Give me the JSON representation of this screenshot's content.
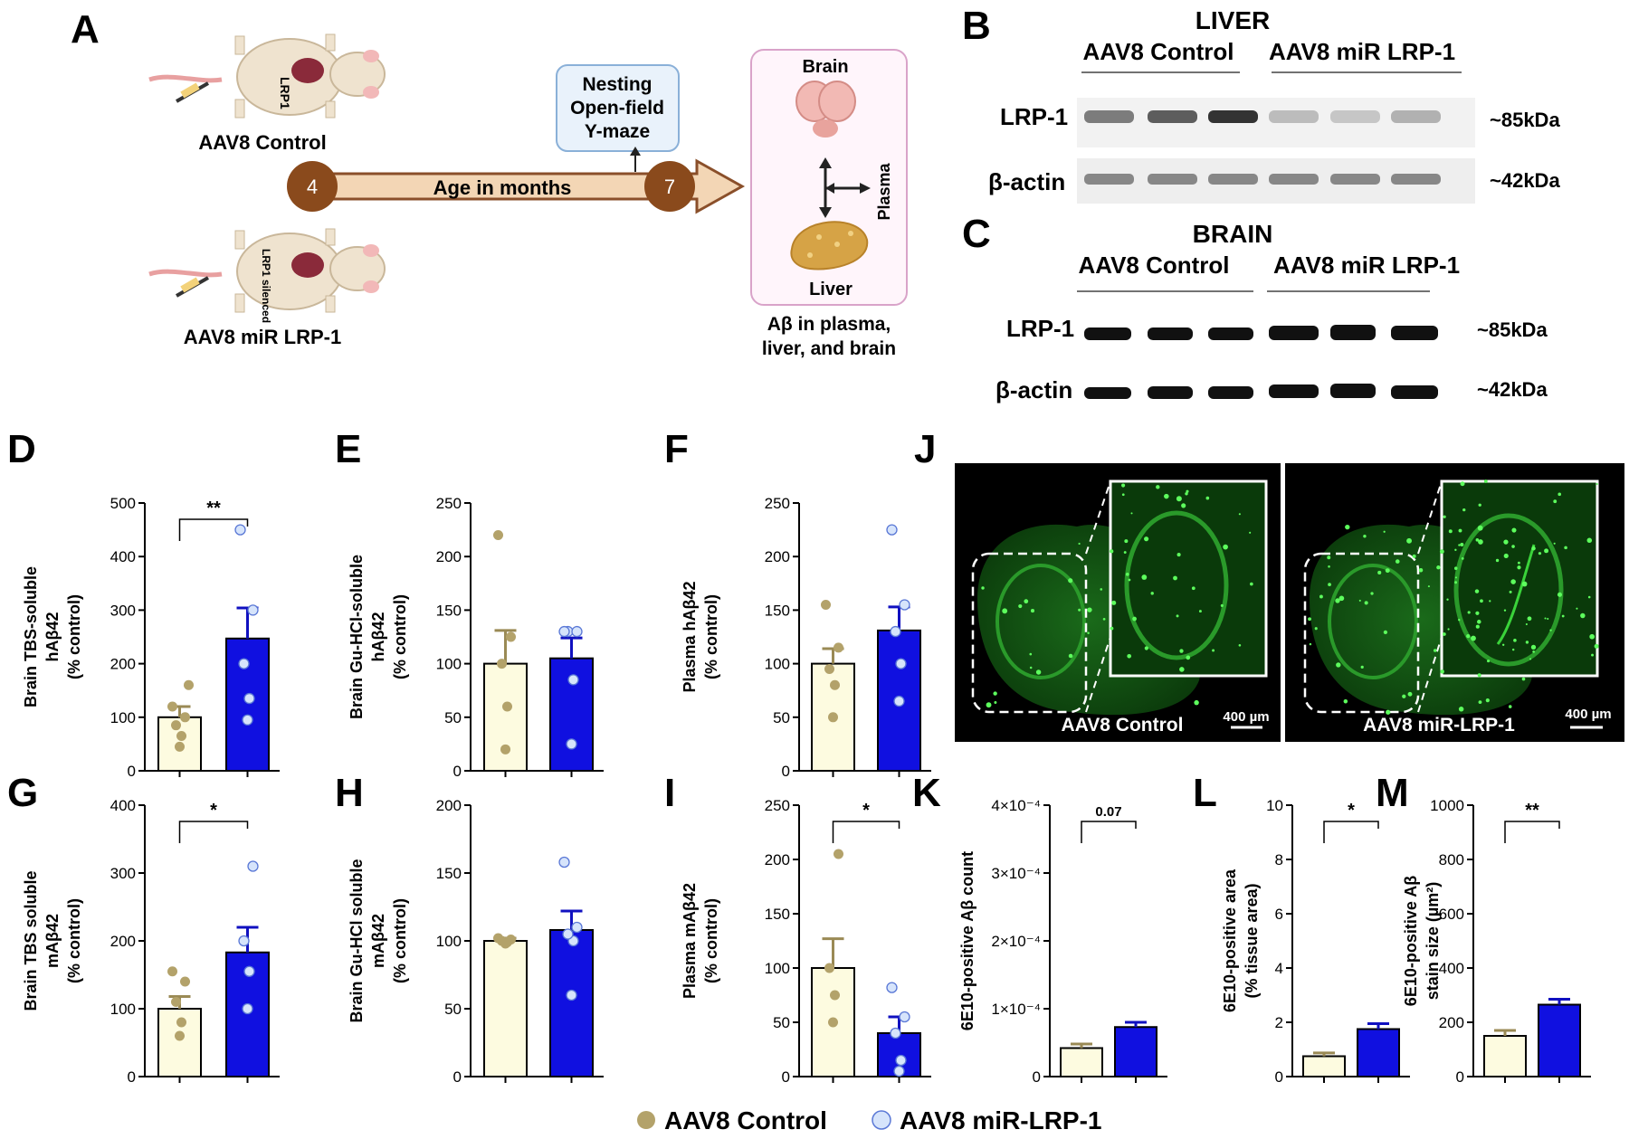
{
  "panel_letters": {
    "A": "A",
    "B": "B",
    "C": "C",
    "D": "D",
    "E": "E",
    "F": "F",
    "G": "G",
    "H": "H",
    "I": "I",
    "J": "J",
    "K": "K",
    "L": "L",
    "M": "M"
  },
  "schematic": {
    "mouse_top_organ": "LRP1",
    "mouse_top_label": "AAV8 Control",
    "mouse_bottom_organ": "LRP1 silenced",
    "mouse_bottom_label": "AAV8 miR LRP-1",
    "start_age": "4",
    "end_age": "7",
    "timeline_label": "Age in months",
    "tests": [
      "Nesting",
      "Open-field",
      "Y-maze"
    ],
    "brain_label": "Brain",
    "liver_label": "Liver",
    "plasma_label": "Plasma",
    "outcome": [
      "Aβ in plasma,",
      "liver, and brain"
    ]
  },
  "blot_liver": {
    "title": "LIVER",
    "group1": "AAV8 Control",
    "group2": "AAV8 miR LRP-1",
    "row1": "LRP-1",
    "row2": "β-actin",
    "size1": "~85kDa",
    "size2": "~42kDa",
    "lrp1_band_intensity": [
      0.55,
      0.7,
      0.9,
      0.25,
      0.2,
      0.3
    ],
    "actin_band_intensity": [
      0.5,
      0.5,
      0.5,
      0.5,
      0.5,
      0.5
    ]
  },
  "blot_brain": {
    "title": "BRAIN",
    "group1": "AAV8 Control",
    "group2": "AAV8 miR LRP-1",
    "row1": "LRP-1",
    "row2": "β-actin",
    "size1": "~85kDa",
    "size2": "~42kDa"
  },
  "micrograph": {
    "left_label": "AAV8 Control",
    "right_label": "AAV8 miR-LRP-1",
    "scale_left": "400 µm",
    "scale_right": "400 µm"
  },
  "legend": {
    "control": "AAV8 Control",
    "treated": "AAV8 miR-LRP-1"
  },
  "colors": {
    "control_fill": "#fdfbe0",
    "control_dot": "#b3a26a",
    "treated_fill": "#1010e0",
    "treated_dot": "#d6e4fb",
    "treated_dot_edge": "#5a78d6",
    "control_err": "#9a8a55",
    "treated_err": "#1010c0"
  },
  "chart_data": [
    {
      "panel": "D",
      "type": "bar",
      "categories": [
        "AAV8 Control",
        "AAV8 miR-LRP-1"
      ],
      "ylabel": [
        "Brain TBS-soluble",
        "hAβ42",
        "(% control)"
      ],
      "ylim": [
        0,
        500
      ],
      "ticks": [
        "0",
        "100",
        "200",
        "300",
        "400",
        "500"
      ],
      "means": [
        100,
        247
      ],
      "sem": [
        20,
        57
      ],
      "points": [
        [
          45,
          65,
          85,
          100,
          120,
          160
        ],
        [
          95,
          135,
          200,
          300,
          450
        ]
      ],
      "significance": "**"
    },
    {
      "panel": "E",
      "type": "bar",
      "categories": [
        "AAV8 Control",
        "AAV8 miR-LRP-1"
      ],
      "ylabel": [
        "Brain Gu-HCl-soluble",
        "hAβ42",
        "(% control)"
      ],
      "ylim": [
        0,
        250
      ],
      "ticks": [
        "0",
        "50",
        "100",
        "150",
        "200",
        "250"
      ],
      "means": [
        100,
        105
      ],
      "sem": [
        31,
        19
      ],
      "points": [
        [
          20,
          60,
          100,
          125,
          220
        ],
        [
          25,
          85,
          130,
          130,
          130
        ]
      ],
      "significance": ""
    },
    {
      "panel": "F",
      "type": "bar",
      "categories": [
        "AAV8 Control",
        "AAV8 miR-LRP-1"
      ],
      "ylabel": [
        "Plasma hAβ42",
        "(% control)"
      ],
      "ylim": [
        0,
        250
      ],
      "ticks": [
        "0",
        "50",
        "100",
        "150",
        "200",
        "250"
      ],
      "means": [
        100,
        131
      ],
      "sem": [
        14,
        22
      ],
      "points": [
        [
          50,
          80,
          95,
          115,
          155
        ],
        [
          65,
          100,
          130,
          155,
          225
        ]
      ],
      "significance": ""
    },
    {
      "panel": "G",
      "type": "bar",
      "categories": [
        "AAV8 Control",
        "AAV8 miR-LRP-1"
      ],
      "ylabel": [
        "Brain TBS soluble",
        "mAβ42",
        "(% control)"
      ],
      "ylim": [
        0,
        400
      ],
      "ticks": [
        "0",
        "100",
        "200",
        "300",
        "400"
      ],
      "means": [
        100,
        183
      ],
      "sem": [
        18,
        37
      ],
      "points": [
        [
          60,
          80,
          110,
          140,
          155
        ],
        [
          100,
          155,
          200,
          310
        ]
      ],
      "significance": "*"
    },
    {
      "panel": "H",
      "type": "bar",
      "categories": [
        "AAV8 Control",
        "AAV8 miR-LRP-1"
      ],
      "ylabel": [
        "Brain Gu-HCl soluble",
        "mAβ42",
        "(% control)"
      ],
      "ylim": [
        0,
        200
      ],
      "ticks": [
        "0",
        "50",
        "100",
        "150",
        "200"
      ],
      "means": [
        100,
        108
      ],
      "sem": [
        2,
        14
      ],
      "points": [
        [
          98,
          99,
          100,
          101,
          102
        ],
        [
          60,
          100,
          105,
          110,
          158
        ]
      ],
      "significance": ""
    },
    {
      "panel": "I",
      "type": "bar",
      "categories": [
        "AAV8 Control",
        "AAV8 miR-LRP-1"
      ],
      "ylabel": [
        "Plasma mAβ42",
        "(% control)"
      ],
      "ylim": [
        0,
        250
      ],
      "ticks": [
        "0",
        "50",
        "100",
        "150",
        "200",
        "250"
      ],
      "means": [
        100,
        40
      ],
      "sem": [
        27,
        15
      ],
      "points": [
        [
          50,
          75,
          100,
          205
        ],
        [
          5,
          15,
          40,
          55,
          82
        ]
      ],
      "significance": "*"
    },
    {
      "panel": "K",
      "type": "bar",
      "categories": [
        "AAV8 Control",
        "AAV8 miR-LRP-1"
      ],
      "ylabel": [
        "6E10-positive Aβ count"
      ],
      "ylim": [
        0,
        4
      ],
      "ticks": [
        "0",
        "1×10⁻⁴",
        "2×10⁻⁴",
        "3×10⁻⁴",
        "4×10⁻⁴"
      ],
      "means": [
        0.42,
        0.73
      ],
      "sem": [
        0.06,
        0.07
      ],
      "significance": "0.07"
    },
    {
      "panel": "L",
      "type": "bar",
      "categories": [
        "AAV8 Control",
        "AAV8 miR-LRP-1"
      ],
      "ylabel": [
        "6E10-positive area",
        "(% tissue area)"
      ],
      "ylim": [
        0,
        10
      ],
      "ticks": [
        "0",
        "2",
        "4",
        "6",
        "8",
        "10"
      ],
      "means": [
        0.75,
        1.75
      ],
      "sem": [
        0.12,
        0.2
      ],
      "significance": "*"
    },
    {
      "panel": "M",
      "type": "bar",
      "categories": [
        "AAV8 Control",
        "AAV8 miR-LRP-1"
      ],
      "ylabel": [
        "6E10-positive Aβ",
        "stain size (µm²)"
      ],
      "ylim": [
        0,
        1000
      ],
      "ticks": [
        "0",
        "200",
        "400",
        "600",
        "800",
        "1000"
      ],
      "means": [
        150,
        265
      ],
      "sem": [
        20,
        20
      ],
      "significance": "**"
    }
  ]
}
